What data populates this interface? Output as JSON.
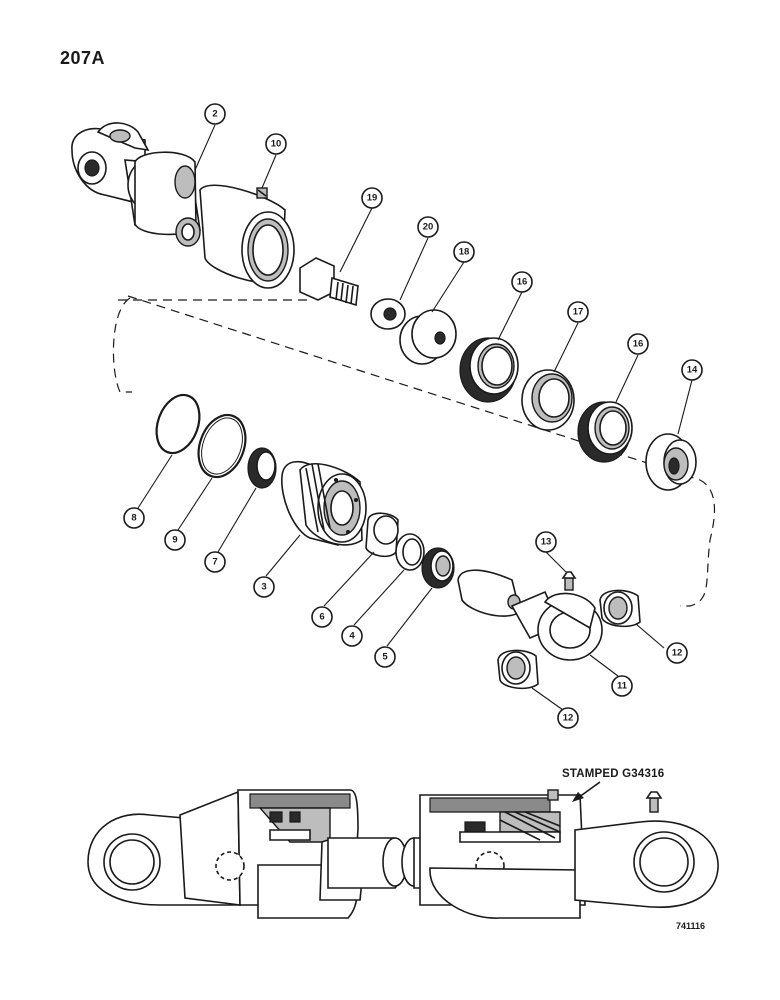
{
  "page_number": "207A",
  "stamp_label": "STAMPED G34316",
  "drawing_number": "741116",
  "callouts": [
    {
      "id": "c2",
      "label": "2"
    },
    {
      "id": "c10",
      "label": "10"
    },
    {
      "id": "c19",
      "label": "19"
    },
    {
      "id": "c20",
      "label": "20"
    },
    {
      "id": "c18",
      "label": "18"
    },
    {
      "id": "c16a",
      "label": "16"
    },
    {
      "id": "c17",
      "label": "17"
    },
    {
      "id": "c16b",
      "label": "16"
    },
    {
      "id": "c14",
      "label": "14"
    },
    {
      "id": "c8",
      "label": "8"
    },
    {
      "id": "c9",
      "label": "9"
    },
    {
      "id": "c7",
      "label": "7"
    },
    {
      "id": "c3",
      "label": "3"
    },
    {
      "id": "c6",
      "label": "6"
    },
    {
      "id": "c4",
      "label": "4"
    },
    {
      "id": "c5",
      "label": "5"
    },
    {
      "id": "c13",
      "label": "13"
    },
    {
      "id": "c11",
      "label": "11"
    },
    {
      "id": "c12a",
      "label": "12"
    },
    {
      "id": "c12b",
      "label": "12"
    }
  ],
  "colors": {
    "ink": "#1a1a1a",
    "shade": "#bdbdbd",
    "dark": "#2a2a2a",
    "paper": "#ffffff"
  }
}
